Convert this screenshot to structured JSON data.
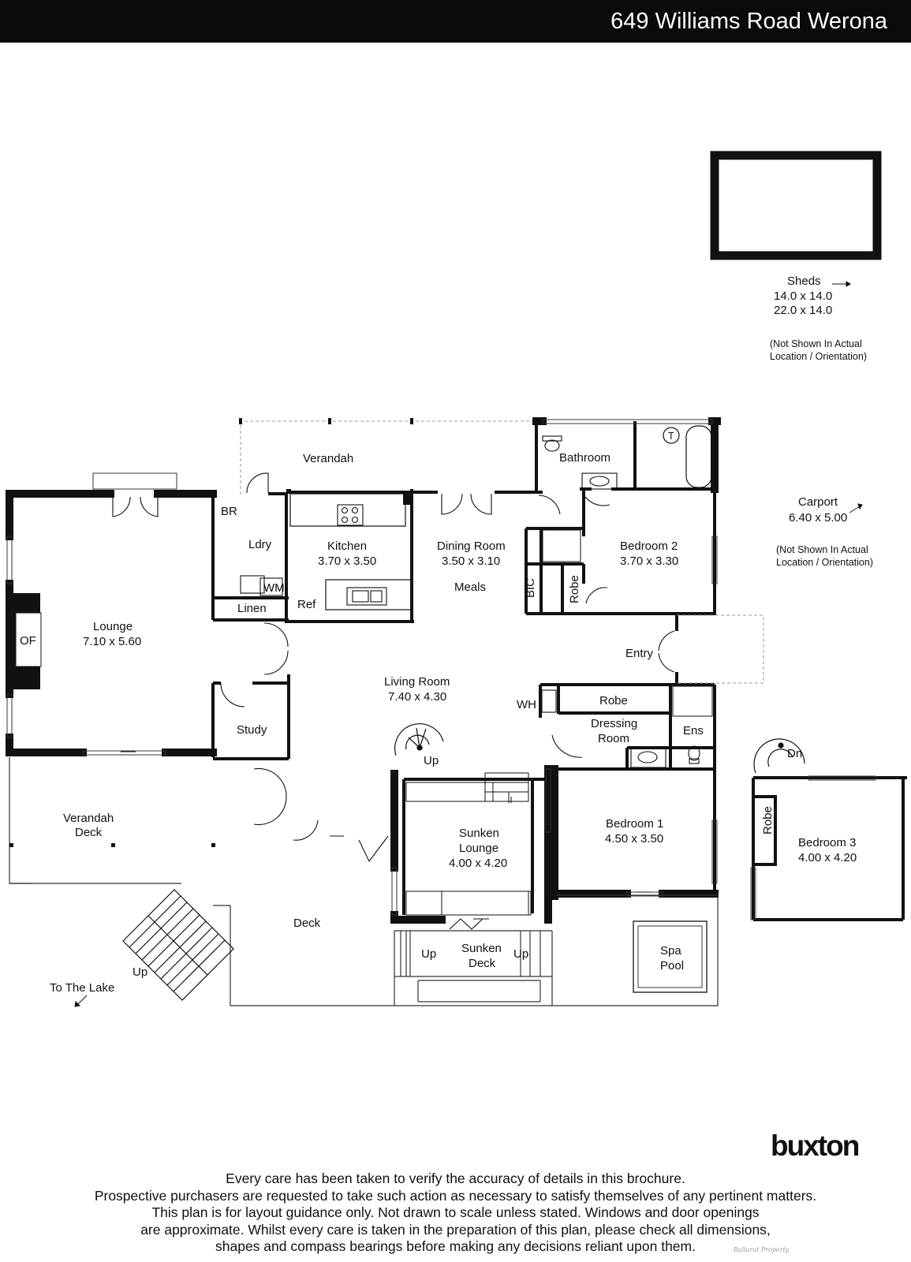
{
  "header": {
    "address": "649 Williams Road  Werona"
  },
  "sheds": {
    "label": "Sheds",
    "dims_1": "14.0 x 14.0",
    "dims_2": "22.0 x 14.0",
    "note_1": "(Not Shown In Actual",
    "note_2": "Location / Orientation)"
  },
  "carport": {
    "label": "Carport",
    "dims": "6.40 x 5.00",
    "note_1": "(Not Shown In Actual",
    "note_2": "Location / Orientation)"
  },
  "rooms": {
    "verandah_top": "Verandah",
    "bathroom": "Bathroom",
    "bath_t": "T",
    "br": "BR",
    "ldry": "Ldry",
    "wm": "WM",
    "linen": "Linen",
    "kitchen_name": "Kitchen",
    "kitchen_dims": "3.70 x 3.50",
    "ref": "Ref",
    "dining_name": "Dining Room",
    "dining_dims": "3.50 x 3.10",
    "meals": "Meals",
    "bic": "BIC",
    "robe_b2": "Robe",
    "bedroom2_name": "Bedroom 2",
    "bedroom2_dims": "3.70 x 3.30",
    "lounge_name": "Lounge",
    "lounge_dims": "7.10 x 5.60",
    "of": "OF",
    "entry": "Entry",
    "living_name": "Living Room",
    "living_dims": "7.40 x 4.30",
    "wh": "WH",
    "robe_b1": "Robe",
    "dressing_1": "Dressing",
    "dressing_2": "Room",
    "ens": "Ens",
    "study": "Study",
    "up_stair": "Up",
    "dn_stair": "Dn",
    "verandah_deck_1": "Verandah",
    "verandah_deck_2": "Deck",
    "sunken_lounge_1": "Sunken",
    "sunken_lounge_2": "Lounge",
    "sunken_lounge_dims": "4.00 x 4.20",
    "bedroom1_name": "Bedroom 1",
    "bedroom1_dims": "4.50 x 3.50",
    "robe_b3": "Robe",
    "bedroom3_name": "Bedroom 3",
    "bedroom3_dims": "4.00 x 4.20",
    "deck": "Deck",
    "sunken_deck_1": "Sunken",
    "sunken_deck_2": "Deck",
    "up_left": "Up",
    "up_right": "Up",
    "spa_1": "Spa",
    "spa_2": "Pool",
    "up_steps": "Up",
    "to_lake": "To The Lake"
  },
  "logo": "buxton",
  "disclaimer": [
    "Every care has been taken to verify the accuracy of details in this brochure.",
    "Prospective purchasers are requested to take such action as necessary to satisfy themselves of any pertinent matters.",
    "This plan is for layout guidance only. Not drawn to scale unless stated. Windows and door openings",
    "are approximate. Whilst every care is taken in the preparation of this plan, please check all dimensions,",
    "shapes and compass bearings before making any decisions reliant upon them."
  ],
  "watermark": "Ballarat Property"
}
